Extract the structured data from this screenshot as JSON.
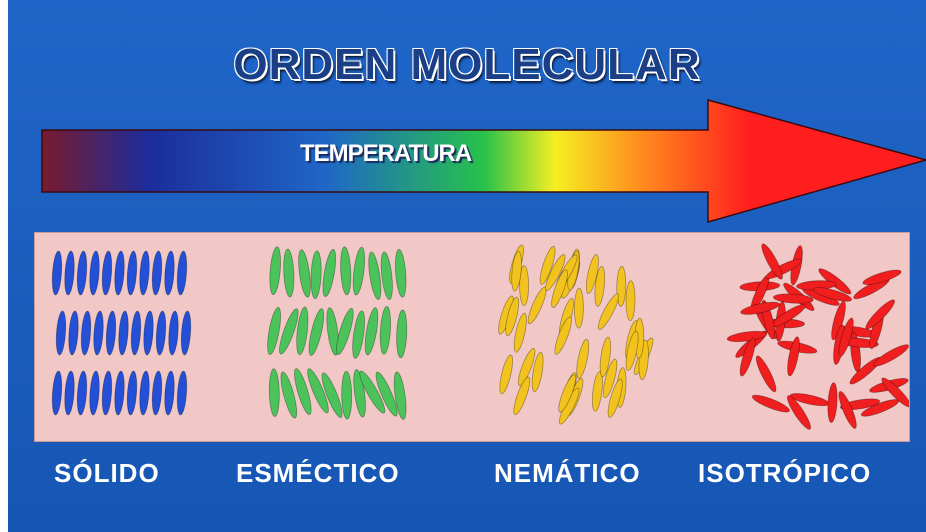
{
  "title": "ORDEN MOLECULAR",
  "arrow": {
    "label": "TEMPERATURA",
    "gradient_colors": [
      "#7a1a2e",
      "#1c2c9a",
      "#1f66c8",
      "#27c24a",
      "#f5ee22",
      "#ff8a1e",
      "#ff1e1e"
    ]
  },
  "phases": [
    {
      "name": "SÓLIDO",
      "color": "#2350d6",
      "order": "crystalline-layers"
    },
    {
      "name": "ESMÉCTICO",
      "color": "#4cc25a",
      "order": "layered-aligned"
    },
    {
      "name": "NEMÁTICO",
      "color": "#f2c21e",
      "order": "oriented-no-layers"
    },
    {
      "name": "ISOTRÓPICO",
      "color": "#f01e1e",
      "order": "random"
    }
  ],
  "colors": {
    "background": "#1f66c8",
    "panel": "#f2c8c6",
    "title_fill": "#1a3f86"
  }
}
